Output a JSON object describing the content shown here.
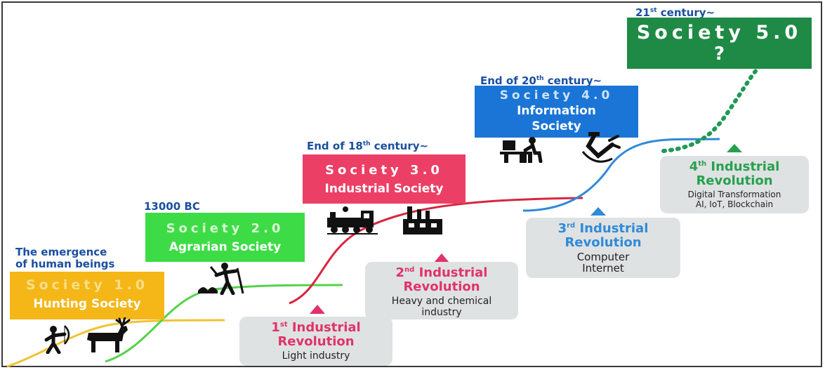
{
  "eras": {
    "human": [
      "The emergence",
      "of human beings"
    ],
    "bc": "13000 BC",
    "c18": {
      "pre": "End of 18",
      "sup": "th",
      "post": " century~"
    },
    "c20": {
      "pre": "End of 20",
      "sup": "th",
      "post": " century~"
    },
    "c21": {
      "pre": "21",
      "sup": "st",
      "post": " century~"
    }
  },
  "societies": [
    {
      "name": "Society 1.0",
      "subtitle": "Hunting Society",
      "color": "#f5b618"
    },
    {
      "name": "Society 2.0",
      "subtitle": "Agrarian Society",
      "color": "#3ddc46"
    },
    {
      "name": "Society 3.0",
      "subtitle": "Industrial Society",
      "color": "#ec3f65"
    },
    {
      "name": "Society 4.0",
      "subtitle_line1": "Information",
      "subtitle_line2": "Society",
      "color": "#1a75d6"
    },
    {
      "name": "Society 5.0",
      "subtitle": "?",
      "color": "#1f8a45"
    }
  ],
  "revolutions": [
    {
      "ordinal": "1",
      "sup": "st",
      "title_rest": " Industrial",
      "title_line2": "Revolution",
      "desc_lines": [
        "Light industry"
      ],
      "color": "#e0336b"
    },
    {
      "ordinal": "2",
      "sup": "nd",
      "title_rest": " Industrial",
      "title_line2": "Revolution",
      "desc_lines": [
        "Heavy and chemical",
        "industry"
      ],
      "color": "#e0336b"
    },
    {
      "ordinal": "3",
      "sup": "rd",
      "title_rest": " Industrial",
      "title_line2": "Revolution",
      "desc_lines": [
        "Computer",
        "Internet"
      ],
      "color": "#2f8ad8"
    },
    {
      "ordinal": "4",
      "sup": "th",
      "title_rest": " Industrial",
      "title_line2": "Revolution",
      "desc_lines": [
        "Digital Transformation",
        "AI, IoT, Blockchain"
      ],
      "color": "#27a050"
    }
  ],
  "colors": {
    "era_text": "#1a4fa0",
    "curve_yellow": "#f1c232",
    "curve_green": "#55d24a",
    "curve_red": "#d8263f",
    "curve_blue": "#2f8ad8",
    "curve_dotted": "#1f9a55",
    "icon": "#111111"
  },
  "icons": [
    "hunter-archer-icon",
    "deer-icon",
    "farmer-icon",
    "steam-train-icon",
    "factory-icon",
    "office-worker-icon",
    "robot-arm-icon"
  ]
}
